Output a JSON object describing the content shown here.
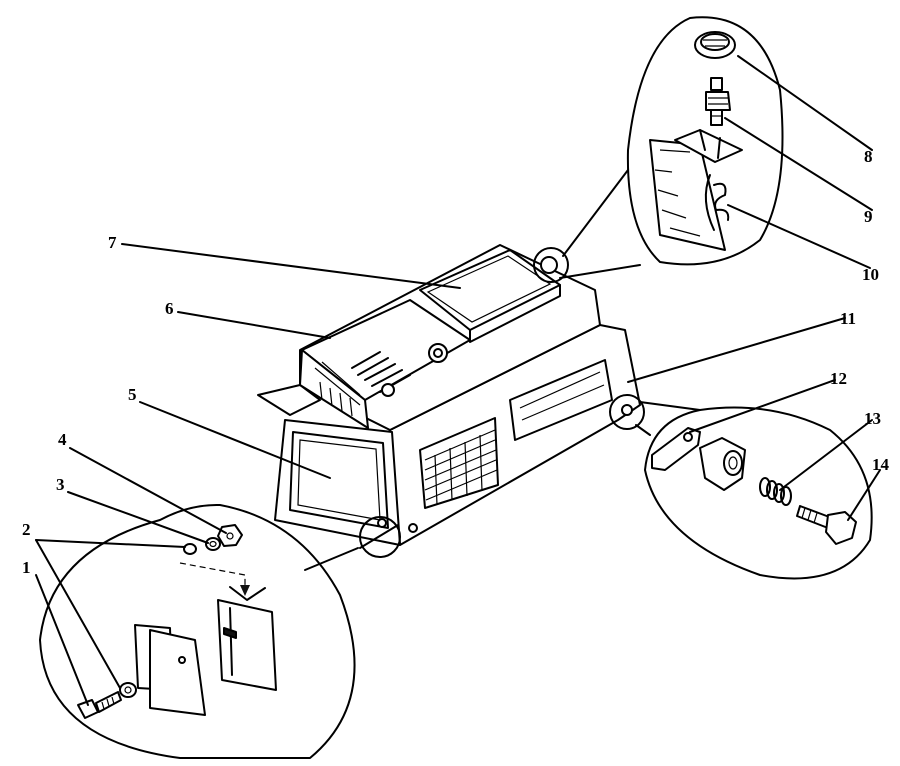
{
  "callouts": [
    {
      "id": "1",
      "label": "1"
    },
    {
      "id": "2",
      "label": "2"
    },
    {
      "id": "3",
      "label": "3"
    },
    {
      "id": "4",
      "label": "4"
    },
    {
      "id": "5",
      "label": "5"
    },
    {
      "id": "6",
      "label": "6"
    },
    {
      "id": "7",
      "label": "7"
    },
    {
      "id": "8",
      "label": "8"
    },
    {
      "id": "9",
      "label": "9"
    },
    {
      "id": "10",
      "label": "10"
    },
    {
      "id": "11",
      "label": "11"
    },
    {
      "id": "12",
      "label": "12"
    },
    {
      "id": "13",
      "label": "13"
    },
    {
      "id": "14",
      "label": "14"
    }
  ],
  "icons": {
    "cab": "cab-assembly-icon",
    "inset_bottom_left": "mounting-bracket-detail-icon",
    "inset_top_right": "roof-fastener-detail-icon",
    "inset_right": "rear-bolt-detail-icon"
  }
}
